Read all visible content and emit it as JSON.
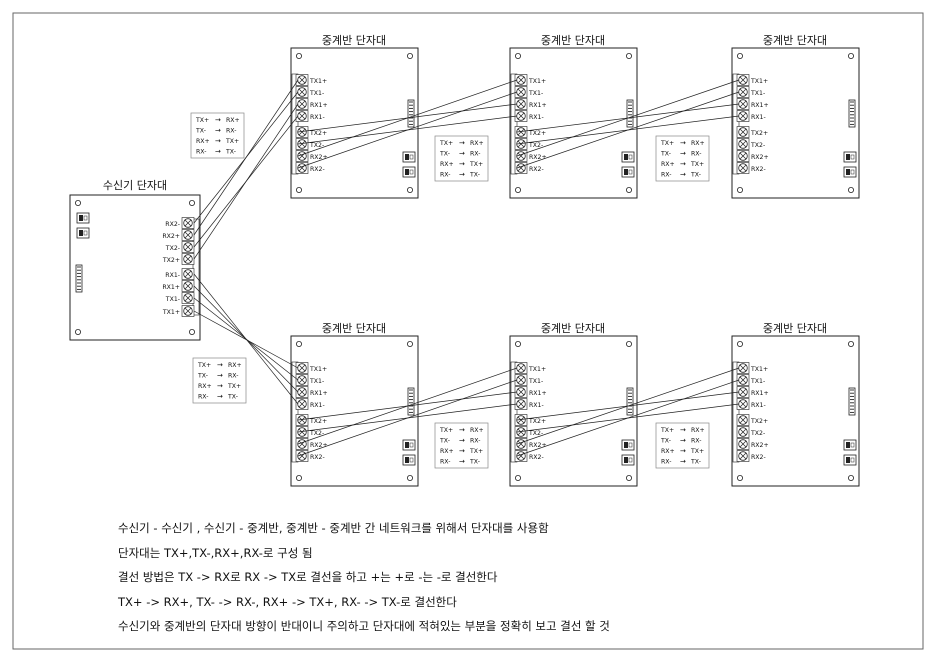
{
  "receiver": {
    "title": "수신기 단자대",
    "terminals": [
      "RX2-",
      "RX2+",
      "TX2-",
      "TX2+",
      "RX1-",
      "RX1+",
      "TX1-",
      "TX1+"
    ]
  },
  "repeater": {
    "title": "중계반 단자대",
    "terminals": [
      "TX1+",
      "TX1-",
      "RX1+",
      "RX1-",
      "TX2+",
      "TX2-",
      "RX2+",
      "RX2-"
    ]
  },
  "wiring_legend": [
    {
      "from": "TX+",
      "to": "RX+"
    },
    {
      "from": "TX-",
      "to": "RX-"
    },
    {
      "from": "RX+",
      "to": "TX+"
    },
    {
      "from": "RX-",
      "to": "TX-"
    }
  ],
  "legend_arrow": "→",
  "notes": [
    "수신기 - 수신기 , 수신기 - 중계반, 중계반 - 중계반 간 네트워크를 위해서 단자대를 사용함",
    "단자대는 TX+,TX-,RX+,RX-로 구성 됨",
    "결선 방법은 TX -> RX로 RX -> TX로 결선을 하고 +는 +로 -는 -로 결선한다",
    "TX+  ->  RX+, TX-  ->  RX-, RX+  ->  TX+, RX-  ->  TX-로 결선한다",
    "수신기와 중계반의 단자대 방향이 반대이니 주의하고 단자대에 적혀있는 부분을 정확히 보고 결선 할 것"
  ],
  "colors": {
    "line": "#222222",
    "frame": "#666666",
    "legend_border": "#888888"
  }
}
